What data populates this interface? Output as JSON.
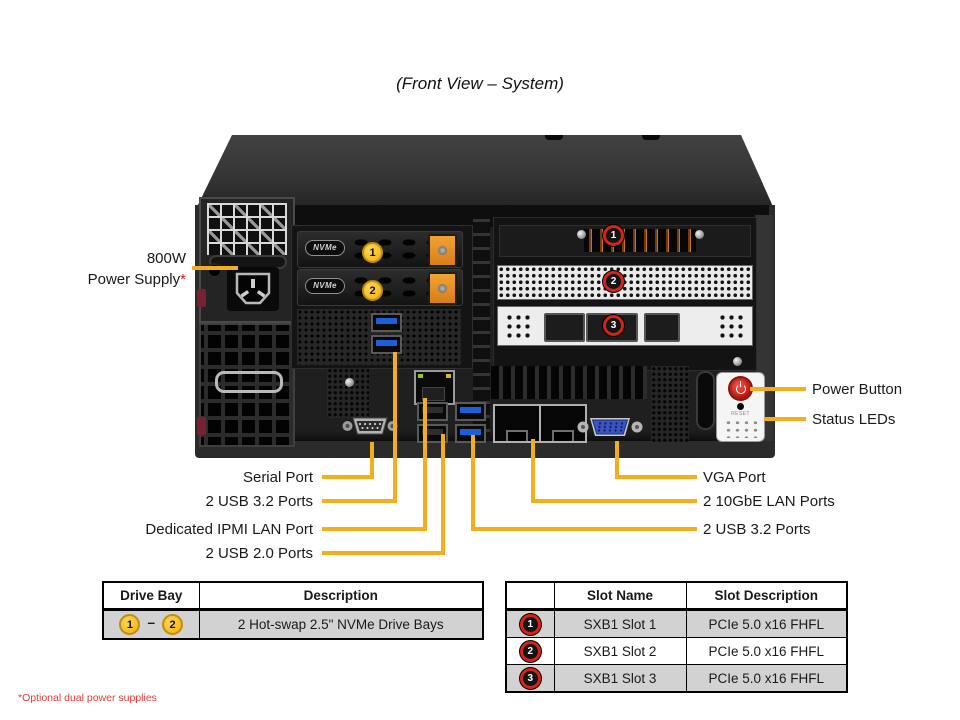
{
  "title": "(Front View – System)",
  "colors": {
    "callout_line": "#F2AE1C",
    "chassis_dark": "#2b2b2b",
    "table_row_gray": "#d2d2d2",
    "badge_yellow": "#f3b81f",
    "badge_red_ring": "#d42318",
    "footnote_red": "#e23b3b"
  },
  "callouts": {
    "psu_line1": "800W",
    "psu_line2": "Power Supply",
    "psu_asterisk": "*",
    "power_button": "Power Button",
    "status_leds": "Status LEDs",
    "serial": "Serial Port",
    "usb32_left": "2 USB 3.2 Ports",
    "ipmi": "Dedicated IPMI LAN Port",
    "usb20": "2 USB 2.0 Ports",
    "vga": "VGA Port",
    "lan": "2 10GbE LAN Ports",
    "usb32_right": "2 USB 3.2 Ports"
  },
  "chassis": {
    "nvme_label": "NVMe",
    "reset_label": "RESET",
    "bay_badges": [
      "1",
      "2"
    ],
    "slot_badges": [
      "1",
      "2",
      "3"
    ]
  },
  "drive_table": {
    "headers": [
      "Drive Bay",
      "Description"
    ],
    "row": {
      "bay_start": "1",
      "separator": "–",
      "bay_end": "2",
      "description": "2 Hot-swap 2.5\" NVMe Drive Bays"
    }
  },
  "slot_table": {
    "headers": [
      "",
      "Slot Name",
      "Slot Description"
    ],
    "rows": [
      {
        "badge": "1",
        "name": "SXB1 Slot 1",
        "desc": "PCIe 5.0 x16 FHFL"
      },
      {
        "badge": "2",
        "name": "SXB1 Slot 2",
        "desc": "PCIe 5.0 x16 FHFL"
      },
      {
        "badge": "3",
        "name": "SXB1 Slot 3",
        "desc": "PCIe 5.0 x16 FHFL"
      }
    ]
  },
  "footnote": "*Optional dual power supplies"
}
